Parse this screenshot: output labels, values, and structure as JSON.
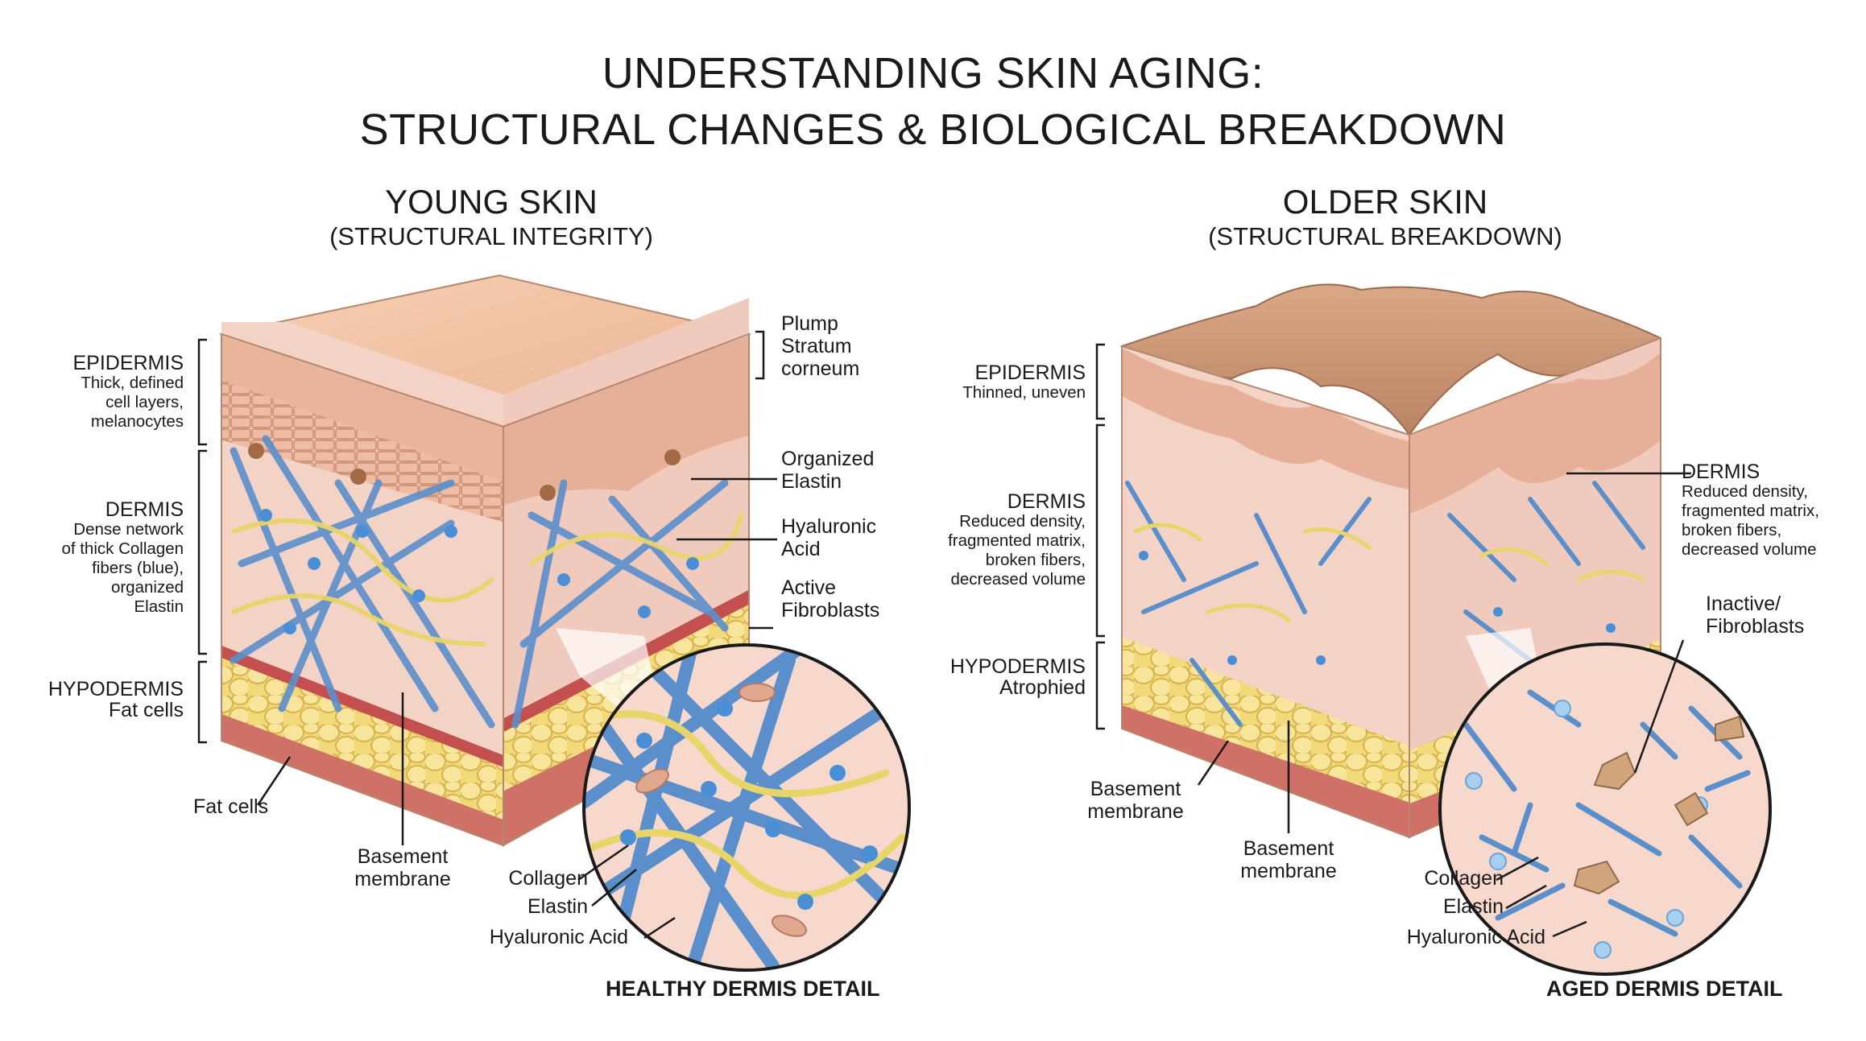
{
  "title": {
    "line1": "UNDERSTANDING SKIN AGING:",
    "line2": "STRUCTURAL CHANGES & BIOLOGICAL BREAKDOWN"
  },
  "young": {
    "title": "YOUNG SKIN",
    "subtitle": "(STRUCTURAL INTEGRITY)",
    "epidermis": {
      "head": "EPIDERMIS",
      "lines": [
        "Thick, defined",
        "cell layers,",
        "melanocytes"
      ]
    },
    "dermis": {
      "head": "DERMIS",
      "lines": [
        "Dense network",
        "of thick Collagen",
        "fibers (blue),",
        "organized",
        "Elastin"
      ]
    },
    "hypodermis": {
      "head": "HYPODERMIS",
      "lines": [
        "Fat cells"
      ]
    },
    "right_labels": {
      "stratum": [
        "Plump",
        "Stratum",
        "corneum"
      ],
      "elastin": [
        "Organized",
        "Elastin"
      ],
      "hyaluronic": [
        "Hyaluronic",
        "Acid"
      ],
      "fibroblasts": [
        "Active",
        "Fibroblasts"
      ]
    },
    "bottom_labels": {
      "fat_cells": "Fat cells",
      "basement": [
        "Basement",
        "membrane"
      ],
      "collagen": "Collagen",
      "elastin": "Elastin",
      "hyaluronic": "Hyaluronic Acid"
    },
    "detail": "HEALTHY DERMIS DETAIL"
  },
  "older": {
    "title": "OLDER SKIN",
    "subtitle": "(STRUCTURAL BREAKDOWN)",
    "epidermis": {
      "head": "EPIDERMIS",
      "lines": [
        "Thinned, uneven"
      ]
    },
    "dermis": {
      "head": "DERMIS",
      "lines": [
        "Reduced density,",
        "fragmented matrix,",
        "broken fibers,",
        "decreased volume"
      ]
    },
    "hypodermis": {
      "head": "HYPODERMIS",
      "lines": [
        "Atrophied"
      ]
    },
    "dermis_right": {
      "head": "DERMIS",
      "lines": [
        "Reduced density,",
        "fragmented matrix,",
        "broken fibers,",
        "decreased volume"
      ]
    },
    "fibroblasts": [
      "Inactive/",
      "Fibroblasts"
    ],
    "bottom_labels": {
      "basement_left": [
        "Basement",
        "membrane"
      ],
      "basement_mid": [
        "Basement",
        "membrane"
      ],
      "collagen": "Collagen",
      "elastin": "Elastin",
      "hyaluronic": "Hyaluronic Acid"
    },
    "detail": "AGED DERMIS DETAIL"
  },
  "colors": {
    "collagen": "#5b8fcb",
    "elastin": "#e8d56a",
    "hyaluronic": "#4a8fd6",
    "epidermis": "#e9b59a",
    "dermis": "#f3d3c6",
    "fat": "#f1d97a",
    "basement": "#c44f4f"
  }
}
